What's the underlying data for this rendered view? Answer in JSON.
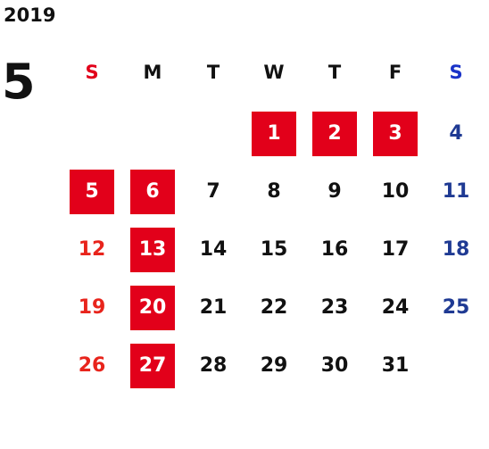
{
  "calendar": {
    "year": "2019",
    "month": "5",
    "weekdays": [
      {
        "label": "S",
        "type": "sun"
      },
      {
        "label": "M",
        "type": "weekday"
      },
      {
        "label": "T",
        "type": "weekday"
      },
      {
        "label": "W",
        "type": "weekday"
      },
      {
        "label": "T",
        "type": "weekday"
      },
      {
        "label": "F",
        "type": "weekday"
      },
      {
        "label": "S",
        "type": "sat"
      }
    ],
    "first_weekday_index": 3,
    "days_in_month": 31,
    "holidays": [
      1,
      2,
      3,
      5,
      6,
      13,
      20,
      27
    ],
    "colors": {
      "holiday_bg": "#e2001a",
      "holiday_text": "#ffffff",
      "sunday": "#e8241c",
      "saturday": "#1f3a93",
      "default": "#111111"
    }
  }
}
